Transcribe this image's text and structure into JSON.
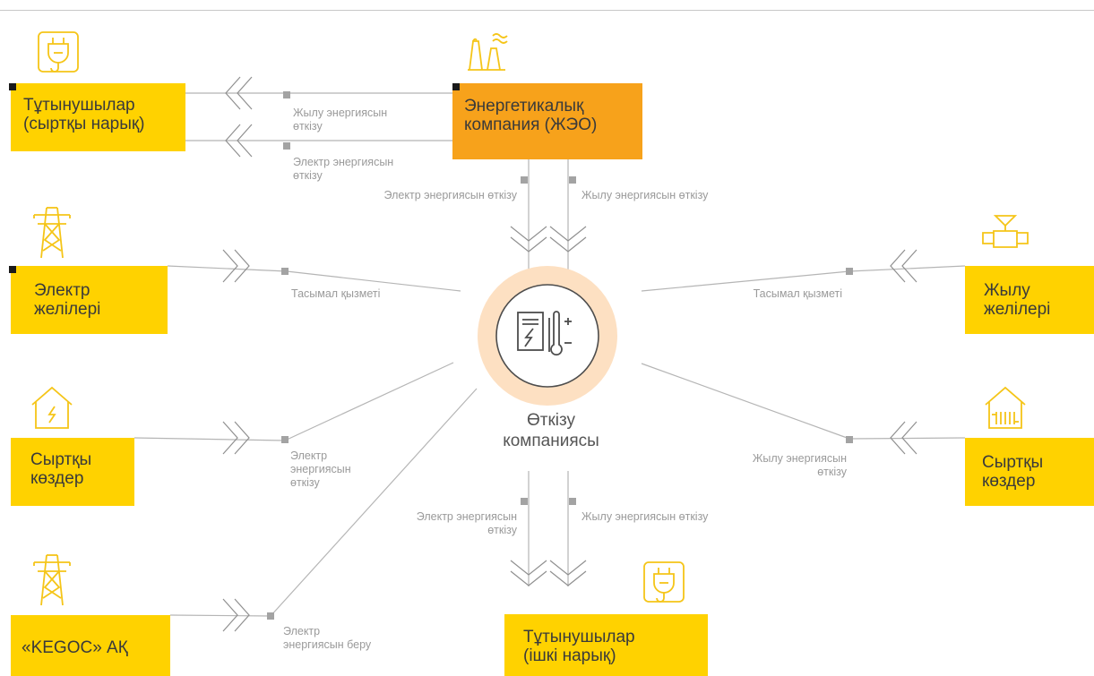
{
  "nodes": {
    "consumers_external": "Тұтынушылар\n(сыртқы нарық)",
    "energy_company": "Энергетикалық\nкомпания (ЖЭО)",
    "electric_networks": "Электр\nжелілері",
    "external_sources_left": "Сыртқы\nкөздер",
    "kegoc": "«KEGOC» АҚ",
    "heat_networks": "Жылу\nжелілері",
    "external_sources_right": "Сыртқы\nкөздер",
    "consumers_internal": "Тұтынушылар\n(ішкі нарық)",
    "center": "Өткізу\nкомпаниясы"
  },
  "flows": {
    "top_heat": "Жылу энергиясын\nөткізу",
    "top_electric": "Электр энергиясын\nөткізу",
    "down_electric": "Электр энергиясын өткізу",
    "down_heat": "Жылу энергиясын өткізу",
    "transport_left": "Тасымал қызметі",
    "transport_right": "Тасымал қызметі",
    "external_left": "Электр\nэнергиясын\nөткізу",
    "external_right": "Жылу энергиясын\nөткізу",
    "bottom_electric": "Электр энергиясын\nөткізу",
    "bottom_heat": "Жылу энергиясын өткізу",
    "kegoc_supply": "Электр\nэнергиясын беру"
  },
  "icons": [
    "plug-icon",
    "power-plant-icon",
    "transmission-tower-icon",
    "house-lightning-icon",
    "transmission-tower-icon",
    "valve-icon",
    "house-radiator-icon",
    "plug-icon",
    "center-meter-icon"
  ],
  "colors": {
    "yellow": "#ffd200",
    "orange": "#f7a21b",
    "center_halo": "#fde0c2",
    "icon_yellow": "#f5c518",
    "line": "#b5b5b5",
    "label": "#9a9a9a"
  }
}
